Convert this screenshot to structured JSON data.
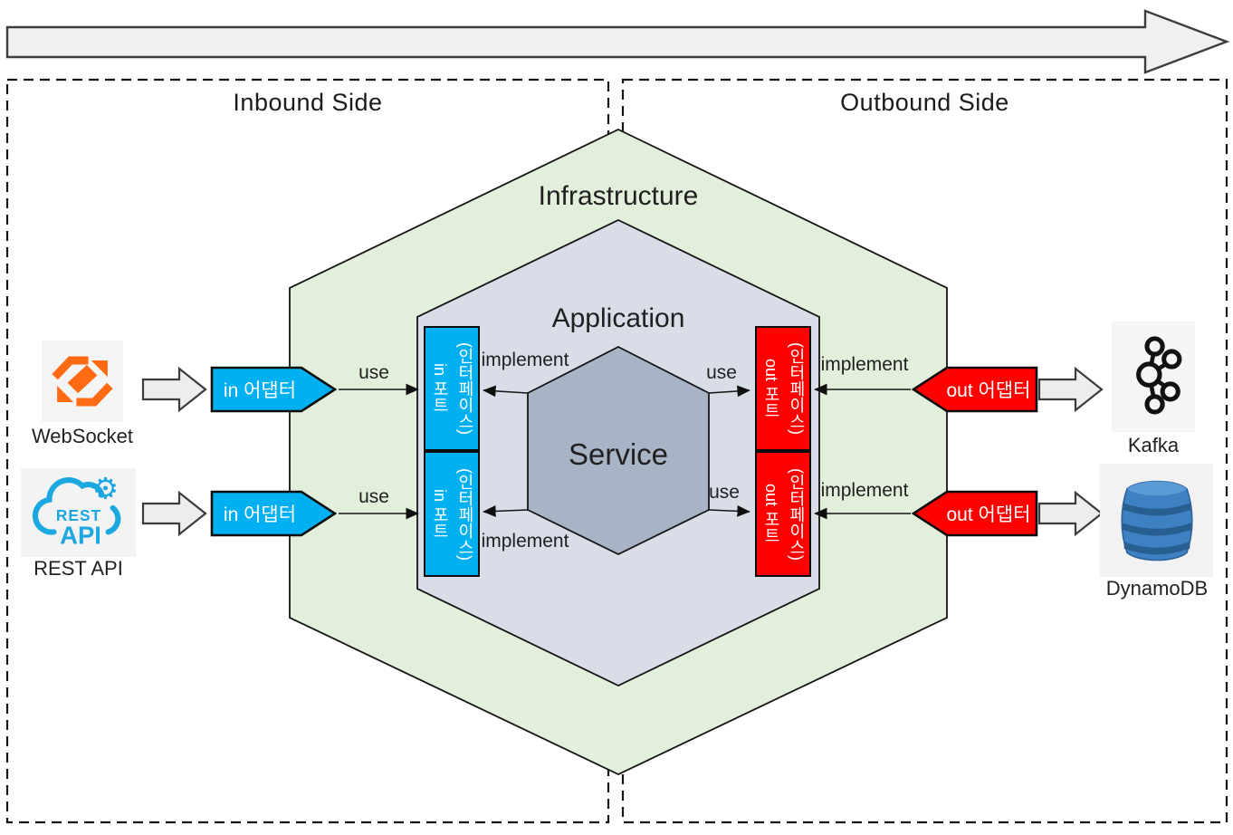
{
  "lanes": {
    "inbound_title": "Inbound Side",
    "outbound_title": "Outbound Side"
  },
  "layers": {
    "infrastructure": "Infrastructure",
    "application": "Application",
    "service": "Service"
  },
  "adapters": {
    "in_label": "in 어댑터",
    "out_label": "out 어댑터"
  },
  "ports": {
    "in_label": "in 포트\n(인터페이스)",
    "out_label": "out 포트\n(인터페이스)"
  },
  "connections": {
    "use": "use",
    "implement": "implement"
  },
  "external_systems": {
    "websocket_label": "WebSocket",
    "rest_api_label": "REST API",
    "kafka_label": "Kafka",
    "dynamodb_label": "DynamoDB",
    "rest_icon_line1": "REST",
    "rest_icon_line2": "API"
  },
  "colors": {
    "inbound_accent": "#00b0f0",
    "outbound_accent": "#ff0000",
    "infrastructure_fill": "#e2efda",
    "application_fill": "#d9dde8",
    "service_fill": "#a9b3c6",
    "flow_arrow_fill": "#f0f0f0"
  }
}
